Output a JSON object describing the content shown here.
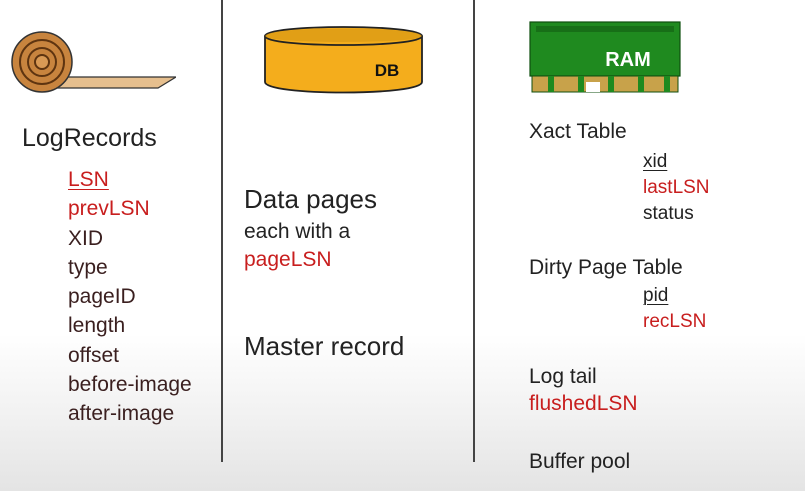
{
  "log": {
    "title": "LogRecords",
    "fields": [
      {
        "label": "LSN",
        "color": "#c81e1e",
        "underline": true
      },
      {
        "label": "prevLSN",
        "color": "#c81e1e",
        "underline": false
      },
      {
        "label": "XID",
        "color": "#3a1f1f",
        "underline": false
      },
      {
        "label": "type",
        "color": "#3a1f1f",
        "underline": false
      },
      {
        "label": "pageID",
        "color": "#3a1f1f",
        "underline": false
      },
      {
        "label": "length",
        "color": "#3a1f1f",
        "underline": false
      },
      {
        "label": "offset",
        "color": "#3a1f1f",
        "underline": false
      },
      {
        "label": "before-image",
        "color": "#3a1f1f",
        "underline": false
      },
      {
        "label": "after-image",
        "color": "#3a1f1f",
        "underline": false
      }
    ]
  },
  "db": {
    "icon_label": "DB",
    "data_pages": "Data pages",
    "each_with": "each with a",
    "page_lsn": "pageLSN",
    "master_record": "Master record"
  },
  "ram": {
    "icon_label": "RAM",
    "xact_table": {
      "title": "Xact Table",
      "fields": [
        "xid",
        "lastLSN",
        "status"
      ]
    },
    "dirty_page_table": {
      "title": "Dirty Page Table",
      "fields": [
        "pid",
        "recLSN"
      ]
    },
    "log_tail": {
      "title": "Log tail",
      "field": "flushedLSN"
    },
    "buffer_pool": "Buffer pool"
  },
  "colors": {
    "red": "#c81e1e",
    "db_fill": "#f4ad1c",
    "ram_green": "#1f8a1f",
    "ram_pins": "#c8a24a",
    "wood": "#c8843e"
  }
}
